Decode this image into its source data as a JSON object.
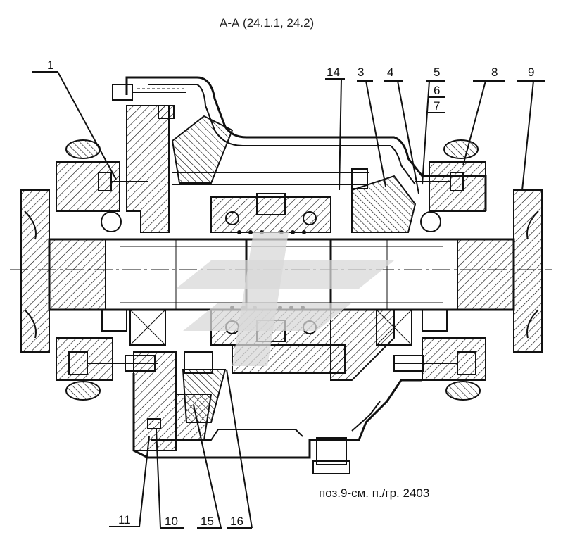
{
  "title": "А-А (24.1.1, 24.2)",
  "note": "поз.9-см. п./гр. 2403",
  "callouts": {
    "c1": "1",
    "c3": "3",
    "c4": "4",
    "c5": "5",
    "c6": "6",
    "c7": "7",
    "c8": "8",
    "c9": "9",
    "c10": "10",
    "c11": "11",
    "c14": "14",
    "c15": "15",
    "c16": "16"
  },
  "icons": {
    "watermark": "logo-watermark-icon"
  }
}
